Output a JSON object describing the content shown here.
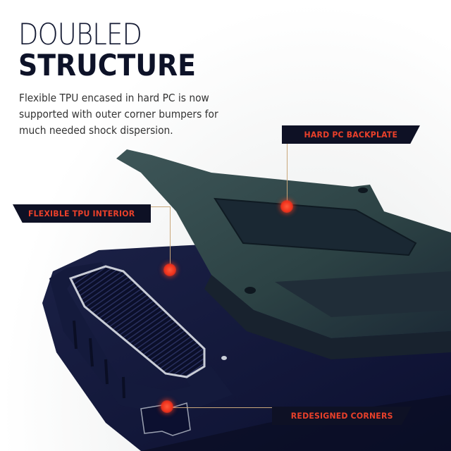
{
  "heading": {
    "line1": "DOUBLED",
    "line2": "STRUCTURE"
  },
  "description": "Flexible TPU encased in hard PC is now supported with outer corner bumpers for much needed shock dispersion.",
  "callouts": [
    {
      "label": "HARD PC BACKPLATE"
    },
    {
      "label": "FLEXIBLE TPU INTERIOR"
    },
    {
      "label": "REDESIGNED CORNERS"
    }
  ],
  "colors": {
    "label_bg": "#0e1125",
    "label_text": "#e9402a",
    "dot": "#f0321c",
    "heading": "#0d1228"
  }
}
